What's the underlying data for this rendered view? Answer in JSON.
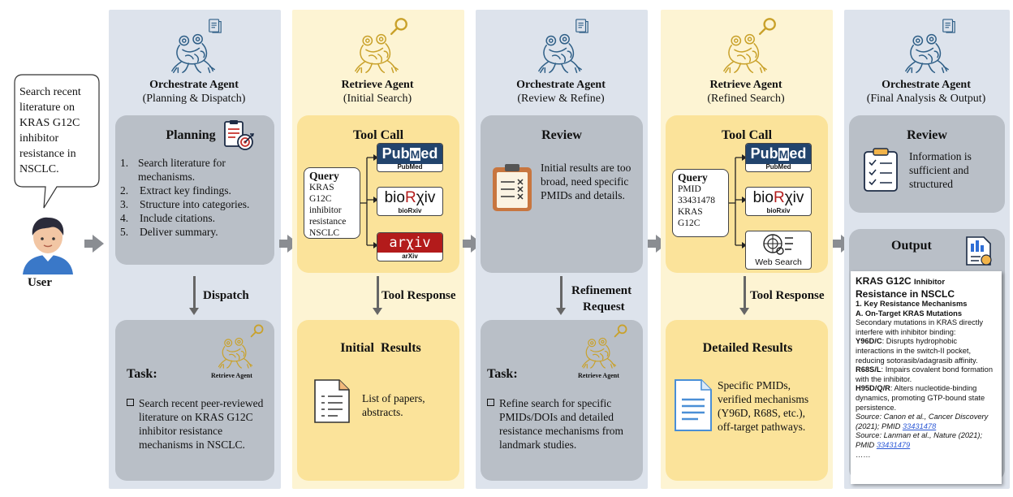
{
  "user": {
    "bubble_text": "Search recent literature on KRAS G12C inhibitor resistance in NSCLC.",
    "label": "User"
  },
  "col1": {
    "agent_title": "Orchestrate Agent",
    "agent_sub": "(Planning & Dispatch)",
    "planning": {
      "title": "Planning",
      "steps": [
        {
          "num": "1.",
          "text": "Search literature for mechanisms."
        },
        {
          "num": "2.",
          "text": "Extract key findings."
        },
        {
          "num": "3.",
          "text": "Structure into categories."
        },
        {
          "num": "4.",
          "text": "Include citations."
        },
        {
          "num": "5.",
          "text": "Deliver summary."
        }
      ]
    },
    "arrow_label": "Dispatch",
    "task": {
      "title": "Task:",
      "badge": "Retrieve Agent",
      "text": "Search recent peer-reviewed literature on KRAS G12C inhibitor resistance mechanisms in NSCLC."
    }
  },
  "col2": {
    "agent_title": "Retrieve Agent",
    "agent_sub": "(Initial Search)",
    "tool_call": {
      "title": "Tool Call",
      "query_title": "Query",
      "query_text": "KRAS G12C inhibitor resistance NSCLC",
      "sources": [
        {
          "logo": "PubMed",
          "caption": "PubMed"
        },
        {
          "logo": "bioRxiv",
          "caption": "bioRxiv"
        },
        {
          "logo": "arXiv",
          "caption": "arXiv"
        }
      ]
    },
    "arrow_label": "Tool Response",
    "results": {
      "title": "Initial  Results",
      "text": "List of papers, abstracts."
    }
  },
  "col3": {
    "agent_title": "Orchestrate Agent",
    "agent_sub": "(Review & Refine)",
    "review": {
      "title": "Review",
      "text": "Initial results are too broad, need specific PMIDs and details."
    },
    "arrow_label_1": "Refinement",
    "arrow_label_2": "Request",
    "task": {
      "title": "Task:",
      "badge": "Retrieve Agent",
      "text": "Refine search for specific PMIDs/DOIs and detailed resistance mechanisms from landmark studies."
    }
  },
  "col4": {
    "agent_title": "Retrieve Agent",
    "agent_sub": "(Refined Search)",
    "tool_call": {
      "title": "Tool Call",
      "query_title": "Query",
      "query_text": "PMID 33431478 KRAS G12C",
      "sources": [
        {
          "logo": "PubMed",
          "caption": "PubMed"
        },
        {
          "logo": "bioRxiv",
          "caption": "bioRxiv"
        },
        {
          "logo": "web",
          "caption": "Web Search"
        }
      ]
    },
    "arrow_label": "Tool Response",
    "results": {
      "title": "Detailed Results",
      "text": "Specific PMIDs, verified mechanisms (Y96D, R68S, etc.), off-target pathways."
    }
  },
  "col5": {
    "agent_title": "Orchestrate Agent",
    "agent_sub": "(Final Analysis & Output)",
    "review": {
      "title": "Review",
      "text": "Information is sufficient and structured"
    },
    "output": {
      "title": "Output",
      "doc": {
        "title": "KRAS G12C",
        "title_small": "Inhibitor",
        "title2": "Resistance in NSCLC",
        "h1": "1. Key Resistance Mechanisms",
        "h2": "A. On-Target KRAS Mutations",
        "p1": "Secondary mutations in KRAS directly interfere with inhibitor binding:",
        "m1_label": "Y96D/C",
        "m1_text": ": Disrupts hydrophobic interactions in the switch-II pocket, reducing sotorasib/adagrasib affinity.",
        "m2_label": "R68S/L",
        "m2_text": ": Impairs covalent bond formation with the inhibitor.",
        "m3_label": "H95D/Q/R",
        "m3_text": ": Alters nucleotide-binding dynamics, promoting GTP-bound state persistence.",
        "src1_text": "Source: Canon et al., Cancer Discovery (2021); PMID",
        "src1_pmid": "33431478",
        "src2_text": "Source: Lanman et al., Nature (2021); PMID",
        "src2_pmid": "33431479",
        "ellipsis": "……"
      }
    }
  },
  "colors": {
    "blue_column": "#dde3ec",
    "yellow_column": "#fdf4d3",
    "gray_panel": "#b9bfc7",
    "gold_panel": "#fbe39a",
    "frog_blue": "#2f5f87",
    "frog_gold": "#c9a12a",
    "link": "#2b58d6"
  }
}
